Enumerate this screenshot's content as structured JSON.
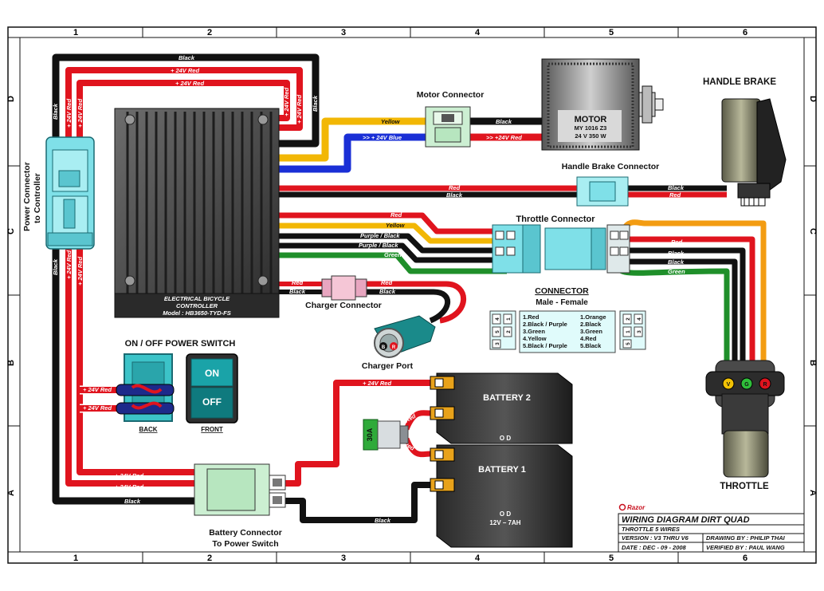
{
  "grid": {
    "columns": [
      "1",
      "2",
      "3",
      "4",
      "5",
      "6"
    ],
    "rows": [
      "D",
      "C",
      "B",
      "A"
    ]
  },
  "labels": {
    "power_connector": "Power Connector",
    "power_connector_2": "to Controller",
    "motor_connector": "Motor Connector",
    "motor_title": "MOTOR",
    "motor_model": "MY 1016 Z3",
    "motor_spec": "24 V 350 W",
    "handle_brake": "HANDLE BRAKE",
    "handle_brake_connector": "Handle Brake Connector",
    "throttle_connector": "Throttle Connector",
    "controller_line1": "ELECTRICAL BICYCLE",
    "controller_line2": "CONTROLLER",
    "controller_line3": "Model : HB3650-TYD-FS",
    "charger_connector": "Charger Connector",
    "charger_port": "Charger Port",
    "onoff_switch": "ON / OFF POWER SWITCH",
    "on": "ON",
    "off": "OFF",
    "back": "BACK",
    "front": "FRONT",
    "battery2": "BATTERY 2",
    "battery1": "BATTERY 1",
    "od": "O D",
    "od2": "O D",
    "battery_spec": "12V – 7AH",
    "fuse": "30A",
    "battery_connector": "Battery Connector",
    "battery_connector_2": "To Power Switch",
    "throttle": "THROTTLE",
    "connector_heading": "CONNECTOR",
    "male_female": "Male  -  Female"
  },
  "connector_table": {
    "male": [
      "1.Red",
      "2.Black / Purple",
      "3.Green",
      "4.Yellow",
      "5.Black / Purple"
    ],
    "female": [
      "1.Orange",
      "2.Black",
      "3.Green",
      "4.Red",
      "5.Black"
    ],
    "pins_left": [
      "4",
      "5",
      "1",
      "2",
      "3"
    ],
    "pins_right": [
      "4",
      "3",
      "2",
      "1",
      "5"
    ]
  },
  "wire_labels": {
    "black": "Black",
    "red_24v": "+ 24V Red",
    "yellow": "Yellow",
    "blue_24v": ">> + 24V Blue",
    "red_motor": ">> +24V Red",
    "red": "Red",
    "purple_black": "Purple  / Black",
    "green": "Green",
    "orange": "Orange",
    "throttle_v": "V",
    "throttle_g": "G",
    "throttle_r": "R",
    "charger_b": "B",
    "charger_r": "R"
  },
  "title_block": {
    "brand": "Razor",
    "title": "WIRING DIAGRAM DIRT QUAD",
    "subtitle": "THROTTLE 5 WIRES",
    "version": "VERSION : V3 THRU V6",
    "date": "DATE : DEC - 09 - 2008",
    "drawing_by": "DRAWING BY : PHILIP THAI",
    "verified_by": "VERIFIED BY : PAUL WANG"
  },
  "colors": {
    "black_wire": "#111111",
    "red_wire": "#e0141e",
    "yellow_wire": "#f2b705",
    "blue_wire": "#1a2fd6",
    "green_wire": "#1f8f2a",
    "orange_wire": "#f39c12",
    "connector_cyan": "#7fe0e8",
    "connector_green": "#ccefd2"
  }
}
